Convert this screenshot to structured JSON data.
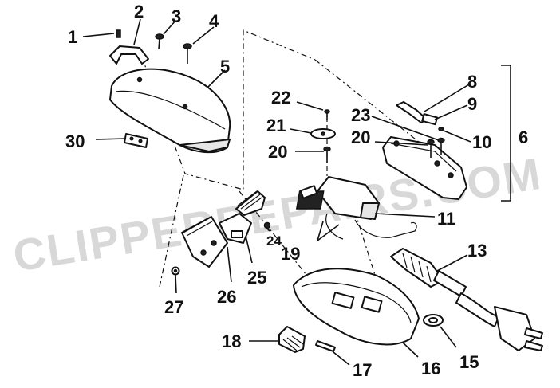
{
  "watermark": "CLIPPERREPAIRS.COM",
  "callouts": [
    "1",
    "2",
    "3",
    "4",
    "5",
    "6",
    "8",
    "9",
    "10",
    "11",
    "13",
    "15",
    "16",
    "17",
    "18",
    "19",
    "20",
    "20",
    "21",
    "22",
    "23",
    "24",
    "25",
    "26",
    "27",
    "30"
  ]
}
